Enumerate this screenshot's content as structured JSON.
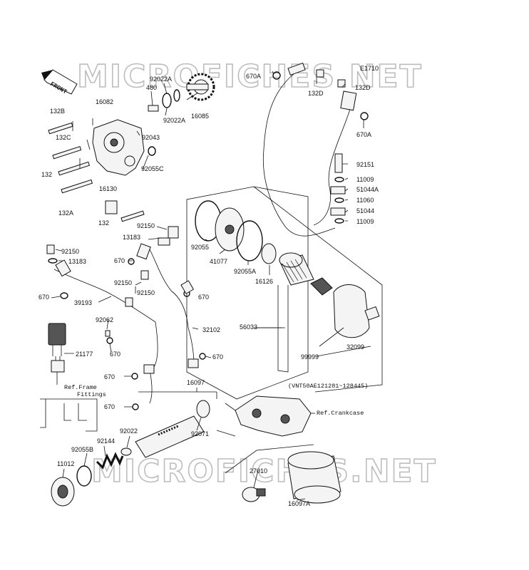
{
  "diagram": {
    "code": "E1710",
    "watermark": "MICROFICHES.NET",
    "front_label": "FRONT",
    "range_note": "(VNT50AE121281~128445)",
    "ref_labels": {
      "frame_line1": "Ref.Frame",
      "frame_line2": "Fittings",
      "crankcase": "Ref.Crankcase"
    },
    "parts": [
      "92022A",
      "480",
      "92022A",
      "16085",
      "670A",
      "132D",
      "132D",
      "670A",
      "132B",
      "16082",
      "132C",
      "92043",
      "92055C",
      "132",
      "16130",
      "132A",
      "132",
      "92150",
      "13183",
      "92151",
      "11009",
      "51044A",
      "11060",
      "51044",
      "11009",
      "92055",
      "41077",
      "92055A",
      "16126",
      "92150",
      "13183",
      "670",
      "92150",
      "92150",
      "670",
      "670",
      "39193",
      "92062",
      "670",
      "32102",
      "670",
      "56033",
      "32099",
      "99999",
      "21177",
      "670",
      "670",
      "16097",
      "92022",
      "92071",
      "92055B",
      "92144",
      "11012",
      "27010",
      "16097A"
    ]
  }
}
